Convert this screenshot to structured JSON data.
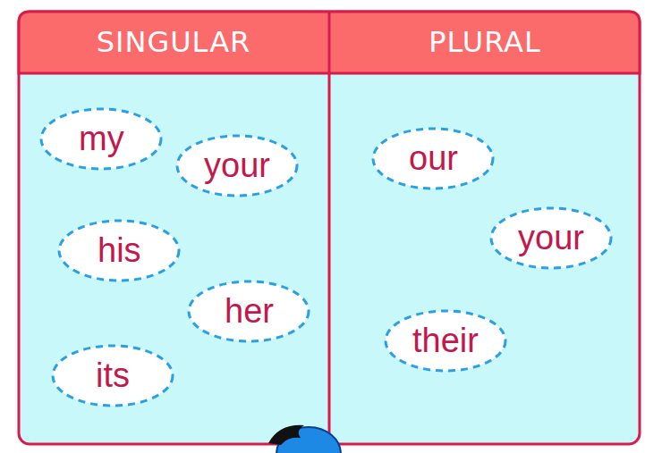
{
  "diagram": {
    "nodes": [
      {
        "text": [
          "SINGULAR"
        ]
      },
      {
        "text": [
          "my"
        ],
        "in": 0
      },
      {
        "text": [
          "your"
        ],
        "in": 0
      },
      {
        "text": [
          "his"
        ],
        "in": 0
      },
      {
        "text": [
          "her"
        ],
        "in": 0
      },
      {
        "text": [
          "its"
        ],
        "in": 0
      },
      {
        "text": [
          "PLURAL"
        ]
      },
      {
        "text": [
          "our"
        ],
        "in": 6
      },
      {
        "text": [
          "your"
        ],
        "in": 6
      },
      {
        "text": [
          "their"
        ],
        "in": 6
      }
    ]
  }
}
